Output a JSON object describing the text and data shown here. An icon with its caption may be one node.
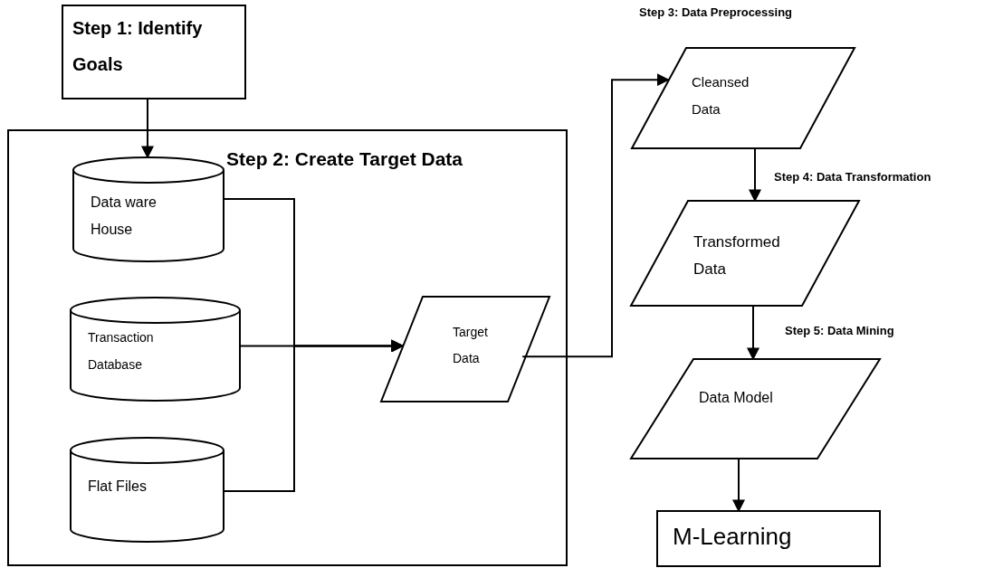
{
  "diagram": {
    "nodes": [
      {
        "text": [
          "Step 1: Identify Goals"
        ]
      },
      {
        "text": [
          "Step 2: Create Target Data"
        ]
      },
      {
        "text": [
          "Data ware House"
        ],
        "in": 1
      },
      {
        "text": [
          "Transaction Database"
        ],
        "in": 1
      },
      {
        "text": [
          "Flat Files"
        ],
        "in": 1
      },
      {
        "text": [
          "Target Data"
        ],
        "in": 1
      },
      {
        "text": [
          "Cleansed Data"
        ]
      },
      {
        "text": [
          "Transformed Data"
        ]
      },
      {
        "text": [
          "Data Model"
        ]
      },
      {
        "text": [
          "M-Learning"
        ]
      }
    ],
    "edges": [
      {
        "from": 0,
        "to": 2,
        "arrow": "to"
      },
      {
        "from": 2,
        "to": 5,
        "arrow": "to"
      },
      {
        "from": 3,
        "to": 5,
        "arrow": "to"
      },
      {
        "from": 4,
        "to": 5,
        "arrow": "to"
      },
      {
        "from": 5,
        "to": 6,
        "arrow": "to"
      },
      {
        "from": 6,
        "to": 7,
        "arrow": "to"
      },
      {
        "from": 7,
        "to": 8,
        "arrow": "to"
      },
      {
        "from": 8,
        "to": 9,
        "arrow": "to"
      }
    ],
    "labels": [
      "Step 3: Data Preprocessing",
      "Step 4: Data Transformation",
      "Step 5: Data Mining"
    ]
  }
}
